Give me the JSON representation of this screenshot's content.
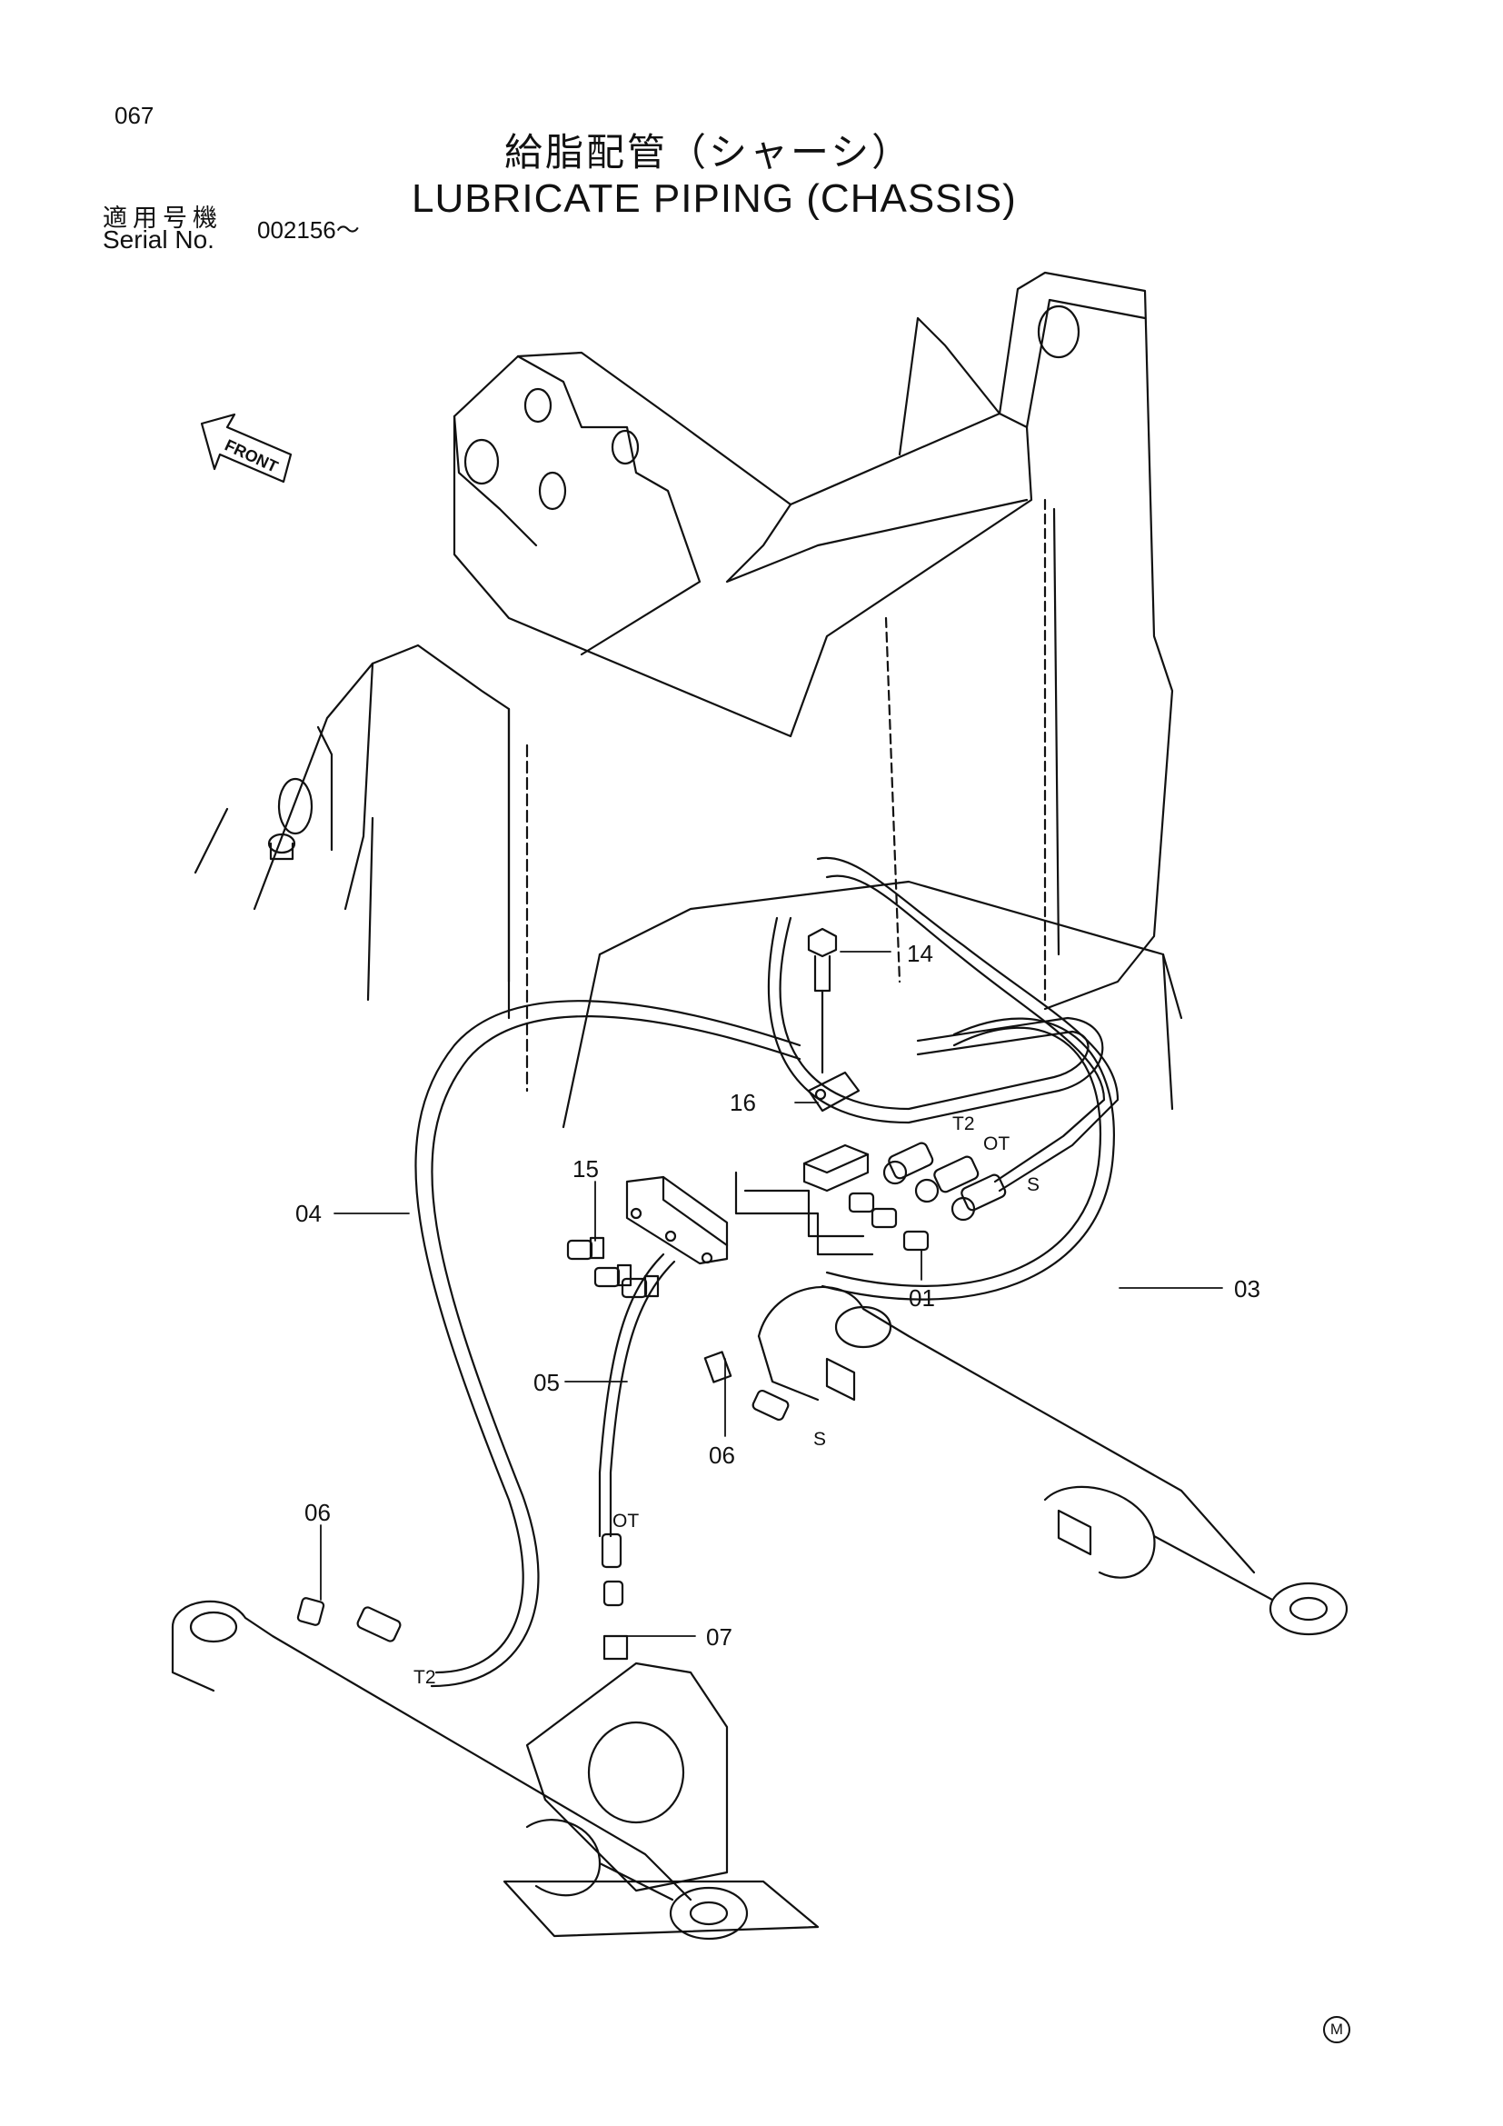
{
  "header": {
    "page_number": "067",
    "title_jp": "給脂配管（シャーシ）",
    "title_en": "LUBRICATE PIPING (CHASSIS)",
    "serial_label_jp": "適用号機",
    "serial_label_en": "Serial No.",
    "serial_value": "002156～"
  },
  "direction_marker": "FRONT",
  "callouts": {
    "c14": "14",
    "c16": "16",
    "c15": "15",
    "c04": "04",
    "c01": "01",
    "c03": "03",
    "c05": "05",
    "c06a": "06",
    "c06b": "06",
    "c07": "07"
  },
  "line_tags": {
    "t2_top": "T2",
    "ot_top": "OT",
    "s_top": "S",
    "s_lower": "S",
    "ot_mid": "OT",
    "t2_bottom": "T2"
  },
  "footer_mark": "M"
}
